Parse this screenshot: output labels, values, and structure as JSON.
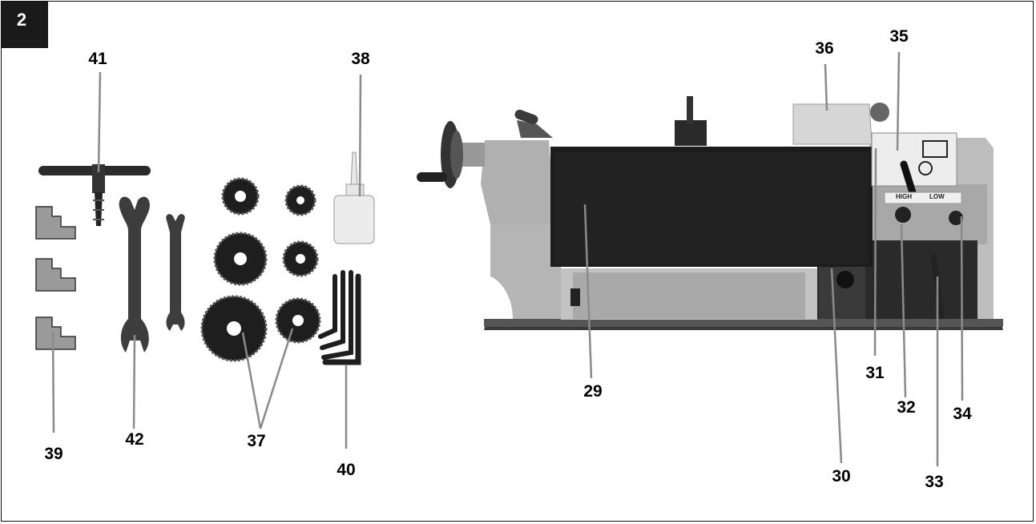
{
  "figure": {
    "number": "2"
  },
  "lathe_panel": {
    "high_label": "HIGH",
    "low_label": "LOW"
  },
  "callouts": [
    {
      "id": "c29",
      "label": "29"
    },
    {
      "id": "c30",
      "label": "30"
    },
    {
      "id": "c31",
      "label": "31"
    },
    {
      "id": "c32",
      "label": "32"
    },
    {
      "id": "c33",
      "label": "33"
    },
    {
      "id": "c34",
      "label": "34"
    },
    {
      "id": "c35",
      "label": "35"
    },
    {
      "id": "c36",
      "label": "36"
    },
    {
      "id": "c37",
      "label": "37"
    },
    {
      "id": "c38",
      "label": "38"
    },
    {
      "id": "c39",
      "label": "39"
    },
    {
      "id": "c40",
      "label": "40"
    },
    {
      "id": "c41",
      "label": "41"
    },
    {
      "id": "c42",
      "label": "42"
    }
  ],
  "colors": {
    "outline": "#111111",
    "leader": "#8a8a8a",
    "lathe_body": "#b9b9b9",
    "cover": "#1c1c1c"
  }
}
